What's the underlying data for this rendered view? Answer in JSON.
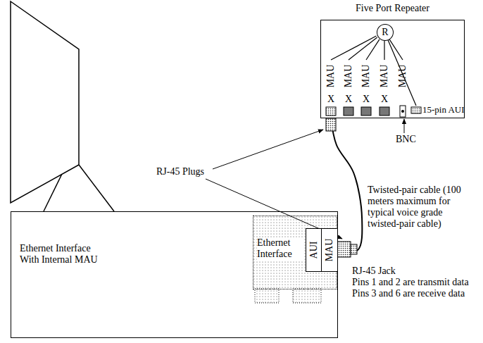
{
  "diagram": {
    "nodes": [
      {
        "text": [
          "Ethernet Interface With Internal MAU"
        ]
      },
      {
        "text": [
          "Ethernet Interface"
        ],
        "in": 0
      },
      {
        "text": [
          "AUI"
        ],
        "in": 1
      },
      {
        "text": [
          "MAU"
        ],
        "in": 1
      },
      {
        "text": [
          "Five Port Repeater"
        ]
      },
      {
        "text": [
          "R"
        ],
        "in": 4
      }
    ],
    "edges": [
      {
        "from": 3,
        "to": 4,
        "arrow": "none"
      }
    ],
    "labels": [
      "MAU",
      "MAU",
      "MAU",
      "MAU",
      "MAU",
      "X",
      "X",
      "X",
      "X",
      "15-pin AUI",
      "BNC",
      "RJ-45 Plugs",
      "Twisted-pair cable (100 meters maximum for typical voice grade twisted-pair cable)",
      "RJ-45 Jack",
      "Pins 1 and 2 are transmit data",
      "Pins 3 and 6 are receive data"
    ]
  }
}
